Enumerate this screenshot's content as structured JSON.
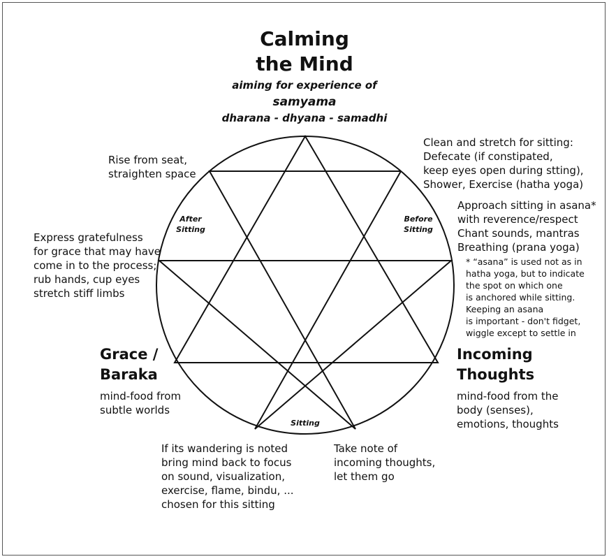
{
  "title": "Calming\nthe Mind",
  "subtitle": {
    "line1": "aiming for experience of",
    "line2": "samyama",
    "line3": "dharana - dhyana - samadhi"
  },
  "inner_labels": {
    "after_sitting": "After\nSitting",
    "before_sitting": "Before\nSitting",
    "sitting": "Sitting"
  },
  "notes": {
    "rise": "Rise from seat,\nstraighten space",
    "clean": "Clean and stretch for sitting:\nDefecate (if constipated,\nkeep eyes open during stting),\nShower, Exercise (hatha yoga)",
    "approach": "Approach sitting in asana*\nwith reverence/respect\nChant sounds, mantras\nBreathing (prana yoga)",
    "asana_note": "* “asana” is used not as in\nhatha yoga,  but to indicate\nthe spot on which one\nis anchored while sitting.\nKeeping an asana\nis important - don't fidget,\nwiggle except to settle in",
    "express": "Express gratefulness\nfor grace that may have\ncome in to the process;\nrub hands, cup eyes\nstretch stiff limbs",
    "grace_title": "Grace /\nBaraka",
    "grace_sub": "mind-food from\nsubtle worlds",
    "incoming_title": "Incoming\nThoughts",
    "incoming_sub": "mind-food from the\nbody (senses),\nemotions, thoughts",
    "wandering": "If its wandering is noted\nbring mind back to focus\non sound, visualization,\nexercise, flame, bindu, ...\nchosen for this sitting",
    "take_note": "Take note of\nincoming thoughts,\nlet them go"
  },
  "colors": {
    "line": "#111111",
    "frame": "#555555"
  }
}
